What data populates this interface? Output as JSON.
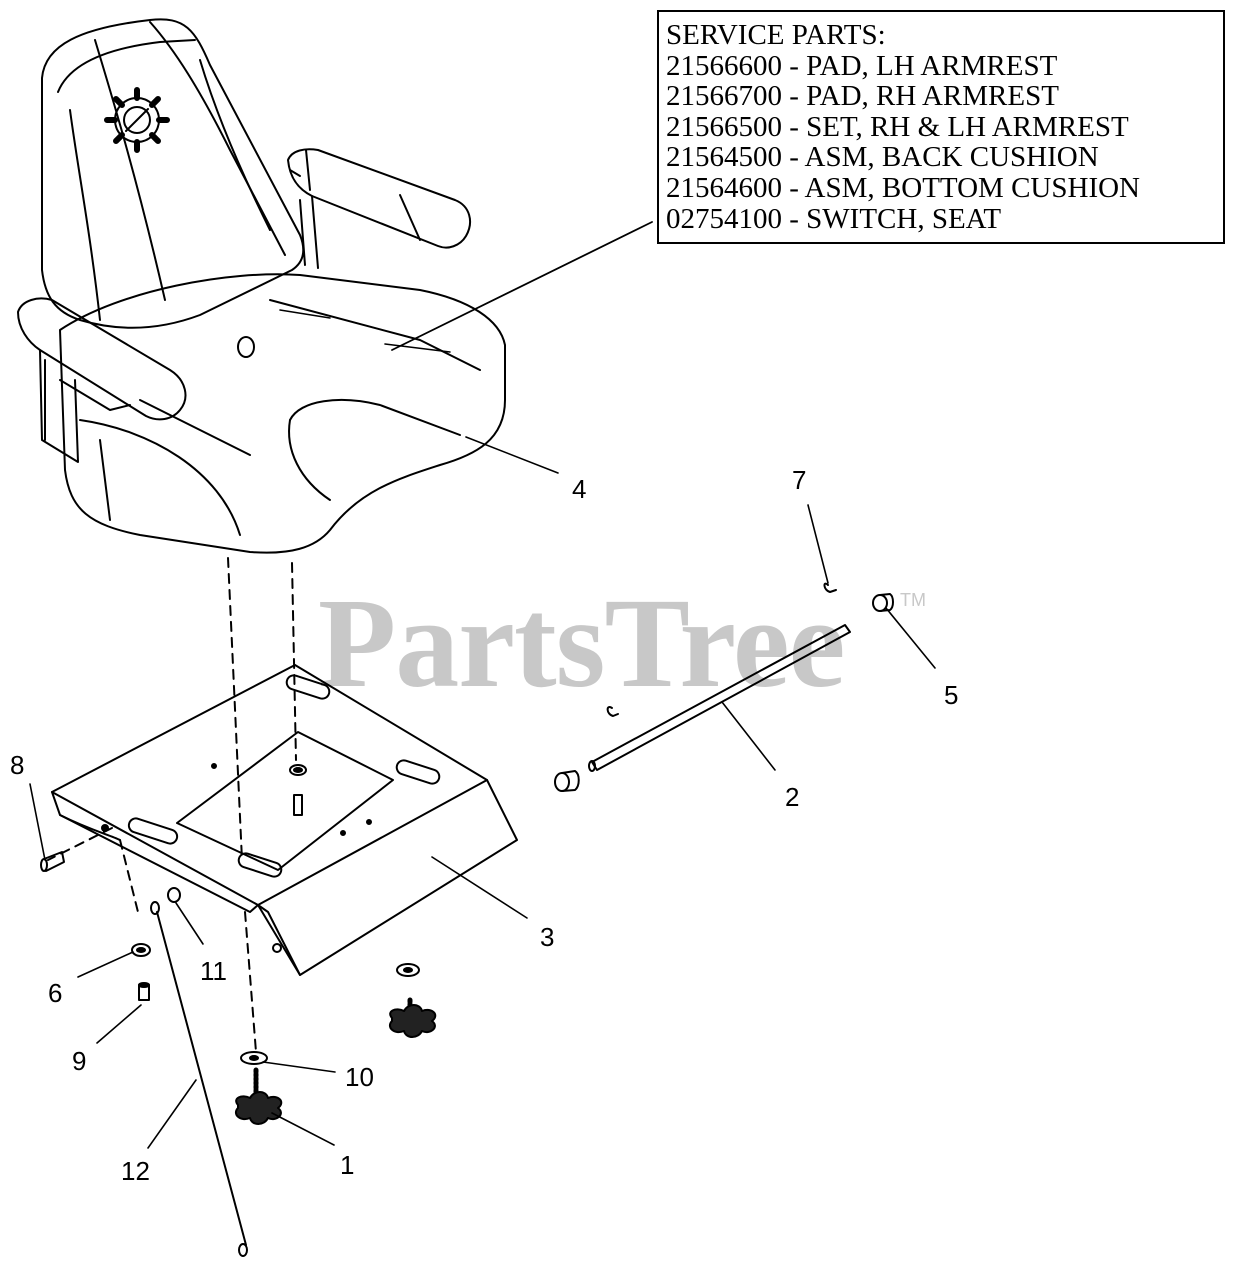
{
  "legend": {
    "heading": "SERVICE PARTS:",
    "items": [
      "21566600 - PAD, LH ARMREST",
      "21566700 - PAD, RH ARMREST",
      "21566500 - SET, RH & LH ARMREST",
      "21564500 - ASM, BACK CUSHION",
      "21564600 - ASM, BOTTOM CUSHION",
      "02754100 - SWITCH, SEAT"
    ]
  },
  "callouts": {
    "c1": "1",
    "c2": "2",
    "c3": "3",
    "c4": "4",
    "c5": "5",
    "c6": "6",
    "c7": "7",
    "c8": "8",
    "c9": "9",
    "c10": "10",
    "c11": "11",
    "c12": "12"
  },
  "watermark": {
    "text": "PartsTree",
    "tm": "TM"
  }
}
